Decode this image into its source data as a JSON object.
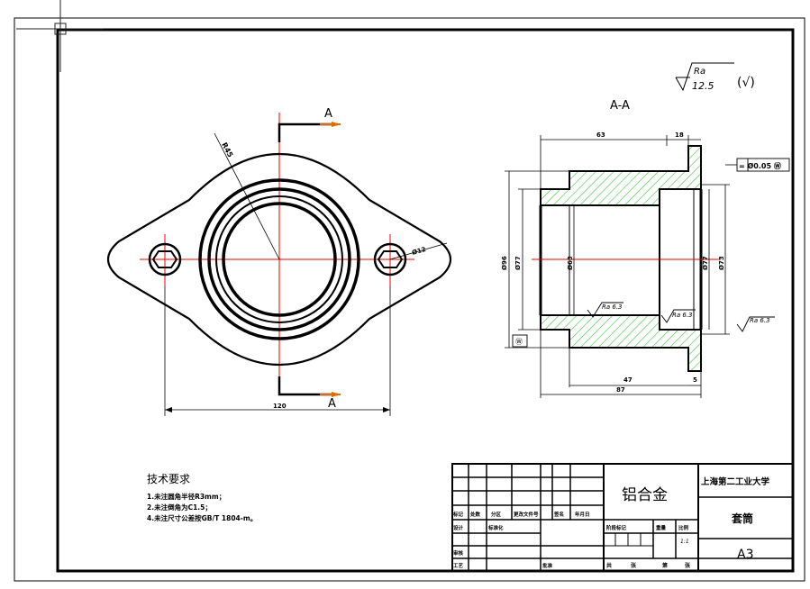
{
  "section_view": {
    "title": "A-A",
    "cut_label_top": "A",
    "cut_label_bottom": "A",
    "roughness_general": {
      "symbol": "Ra",
      "value": "12.5",
      "suffix": "(√)"
    },
    "roughness_marks": [
      "Ra 6.3",
      "Ra 6.3",
      "Ra 6.3"
    ],
    "tolerance_frame": "= Ø0.05 Ⓦ",
    "datum_label": "Ⓦ",
    "dims_top": [
      "63",
      "18"
    ],
    "dims_bottom": [
      "47",
      "87",
      "5"
    ],
    "dims_vertical": [
      "Ø96",
      "Ø77",
      "Ø63",
      "Ø77",
      "Ø73"
    ]
  },
  "front_view": {
    "dim_center": "120",
    "dim_radius": "R45",
    "dim_hole": "Ø12"
  },
  "notes": {
    "heading": "技术要求",
    "lines": [
      "1.未注圆角半径R3mm；",
      "2.未注倒角为C1.5；",
      "4.未注尺寸公差按GB/T 1804-m。"
    ]
  },
  "title_block": {
    "material": "铝合金",
    "school": "上海第二工业大学",
    "part_name": "套筒",
    "sheet_size": "A3",
    "row_labels": [
      "标记",
      "处数",
      "分区",
      "更改文件号",
      "签名",
      "年月日"
    ],
    "design_row": [
      "设计",
      "标准化",
      "",
      "阶段标记",
      "重量",
      "比例"
    ],
    "scale_value": "1:1",
    "check_labels": [
      "审核",
      "工艺",
      "批准"
    ],
    "sheet_labels": [
      "共",
      "张",
      "第",
      "张"
    ]
  }
}
